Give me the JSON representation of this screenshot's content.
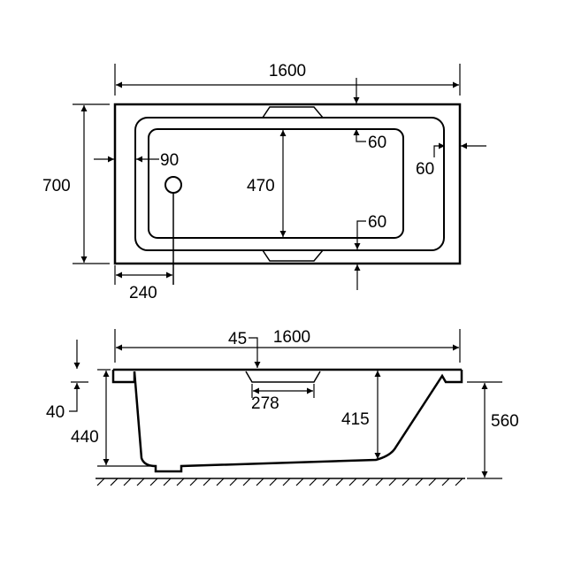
{
  "plan_view": {
    "length": "1600",
    "width": "700",
    "inner_width": "470",
    "waste_offset": "90",
    "waste_position": "240",
    "rim_end": "60",
    "rim_top": "60",
    "rim_bottom": "60"
  },
  "side_view": {
    "length": "1600",
    "handle_offset": "45",
    "handle_length": "278",
    "rim_thickness": "40",
    "bath_depth": "440",
    "inner_depth": "415",
    "total_height": "560"
  }
}
